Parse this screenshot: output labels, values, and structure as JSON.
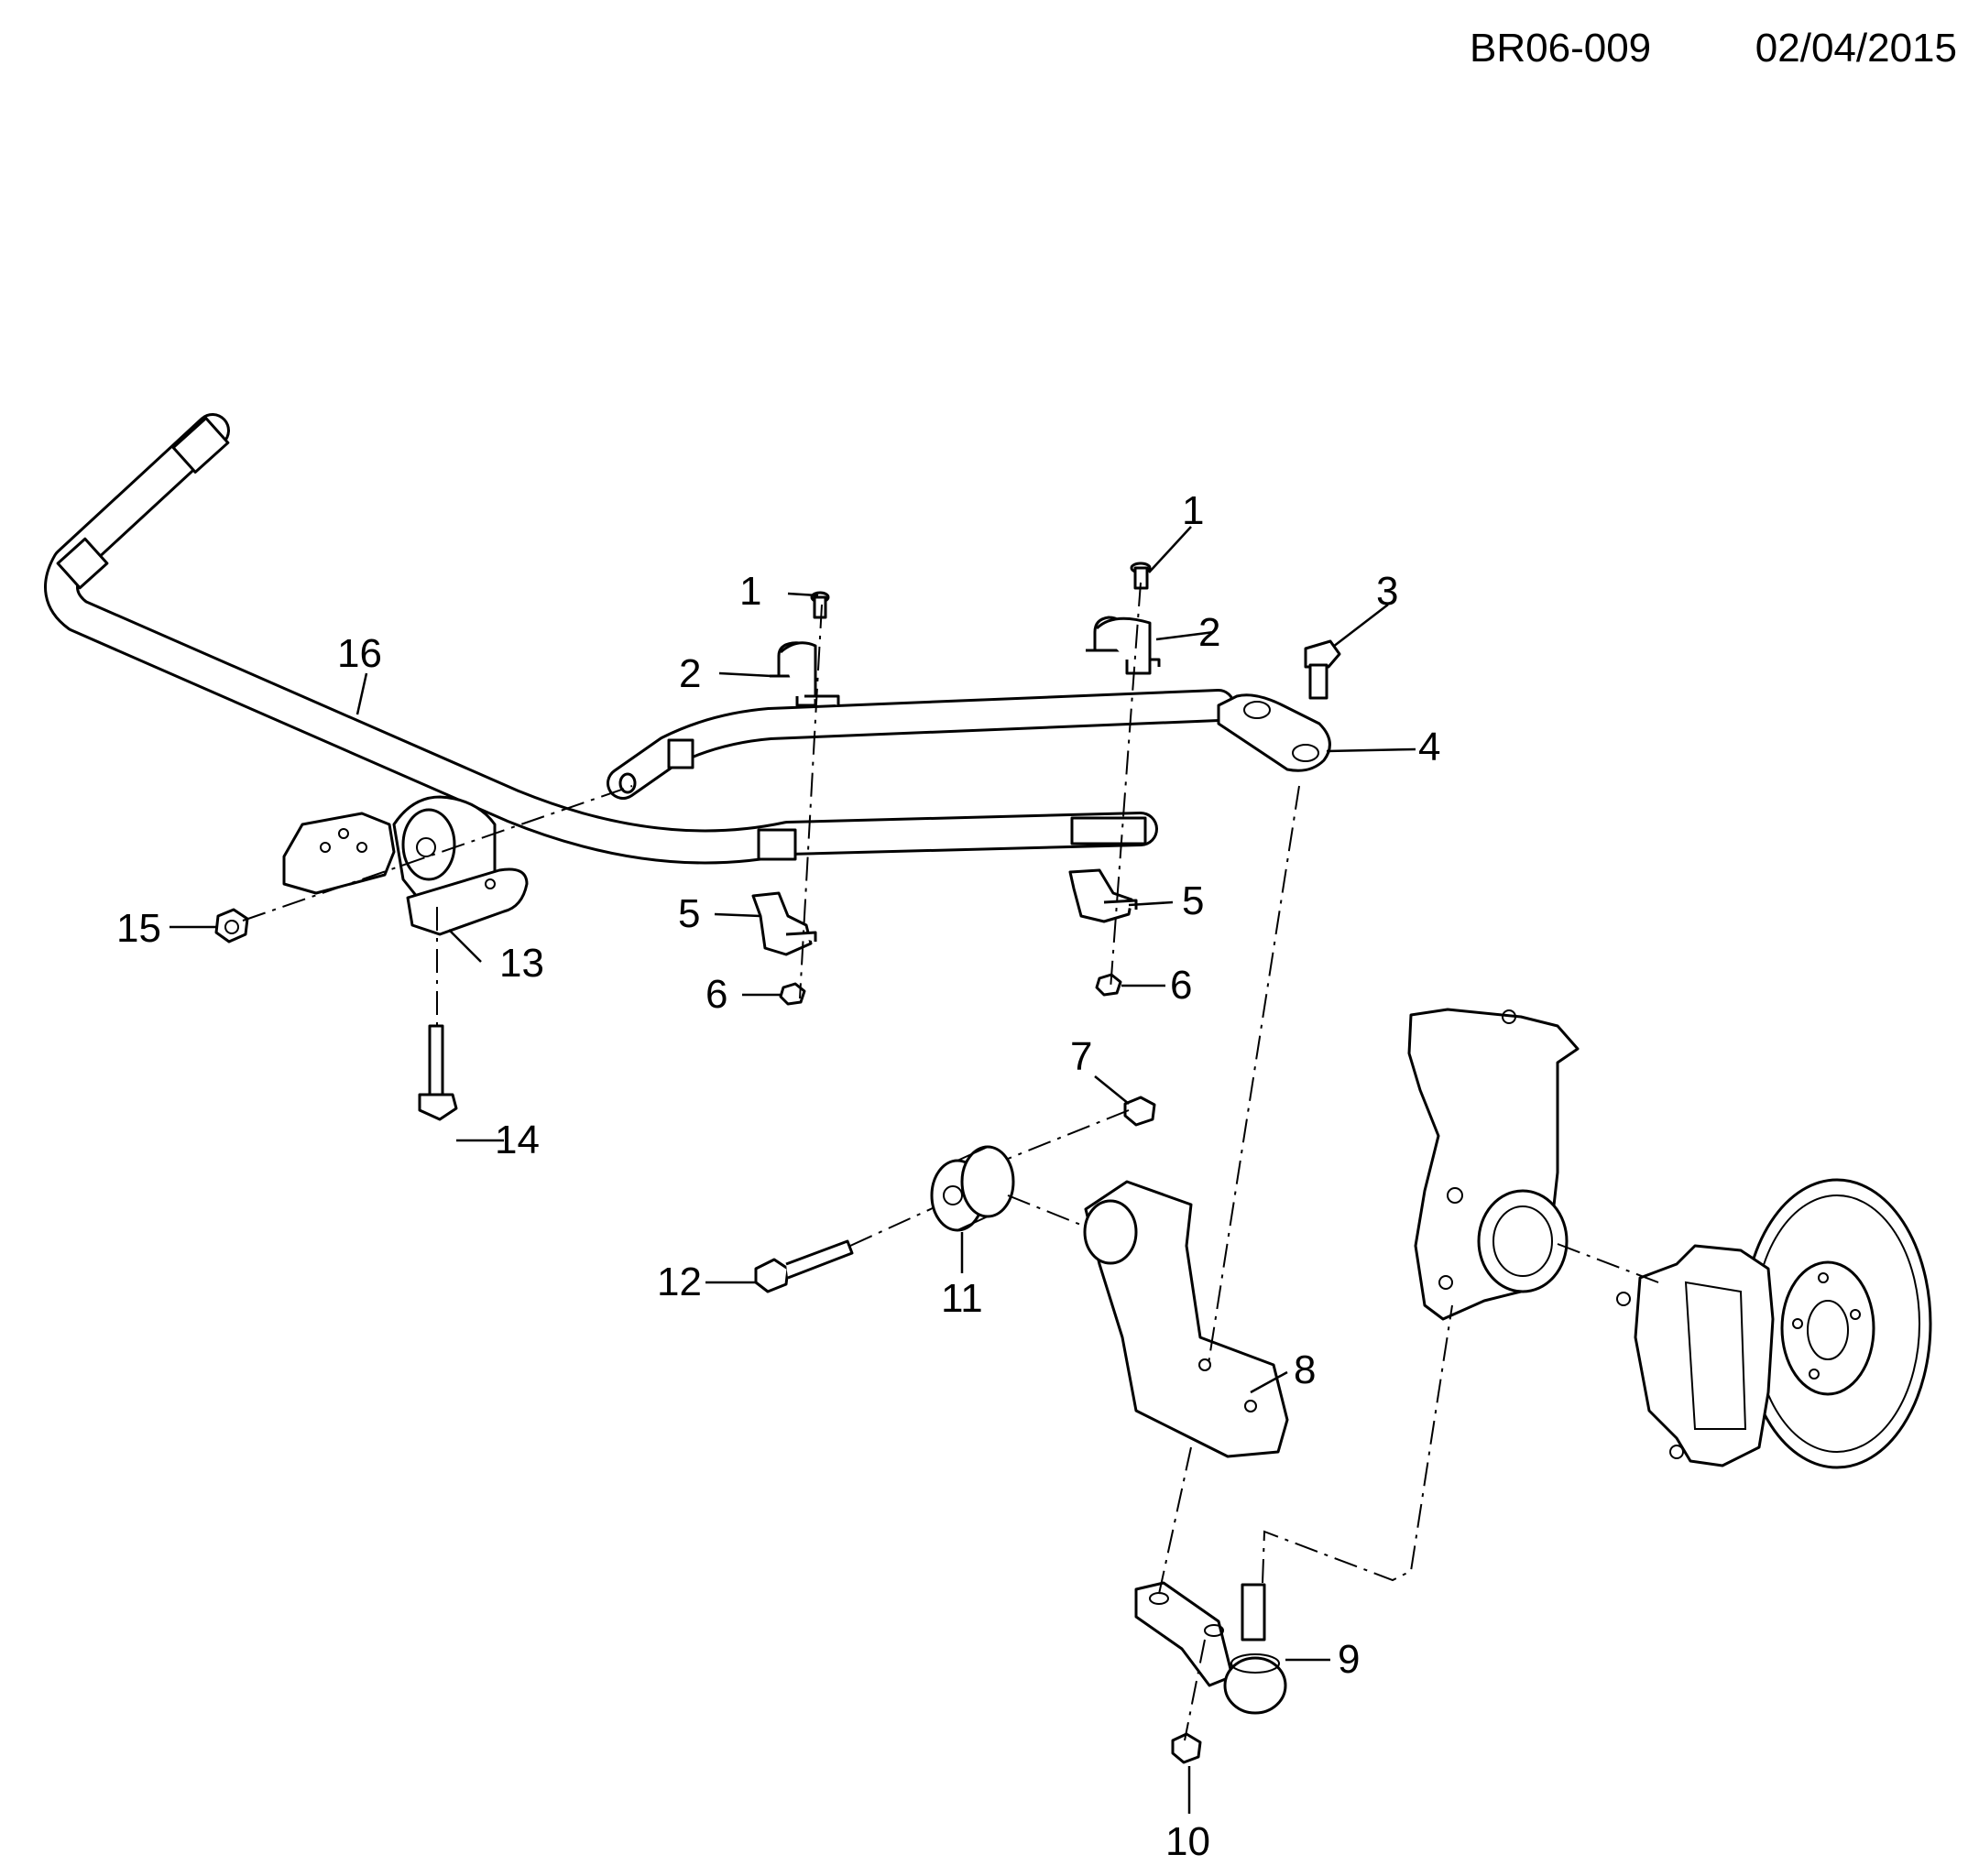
{
  "header": {
    "document_code": "BR06-009",
    "date": "02/04/2015"
  },
  "callouts": {
    "c1_left": "1",
    "c1_right": "1",
    "c2_left": "2",
    "c2_right": "2",
    "c3": "3",
    "c4": "4",
    "c5_left": "5",
    "c5_right": "5",
    "c6_left": "6",
    "c6_right": "6",
    "c7": "7",
    "c8": "8",
    "c9": "9",
    "c10": "10",
    "c11": "11",
    "c12": "12",
    "c13": "13",
    "c14": "14",
    "c15": "15",
    "c16": "16"
  }
}
